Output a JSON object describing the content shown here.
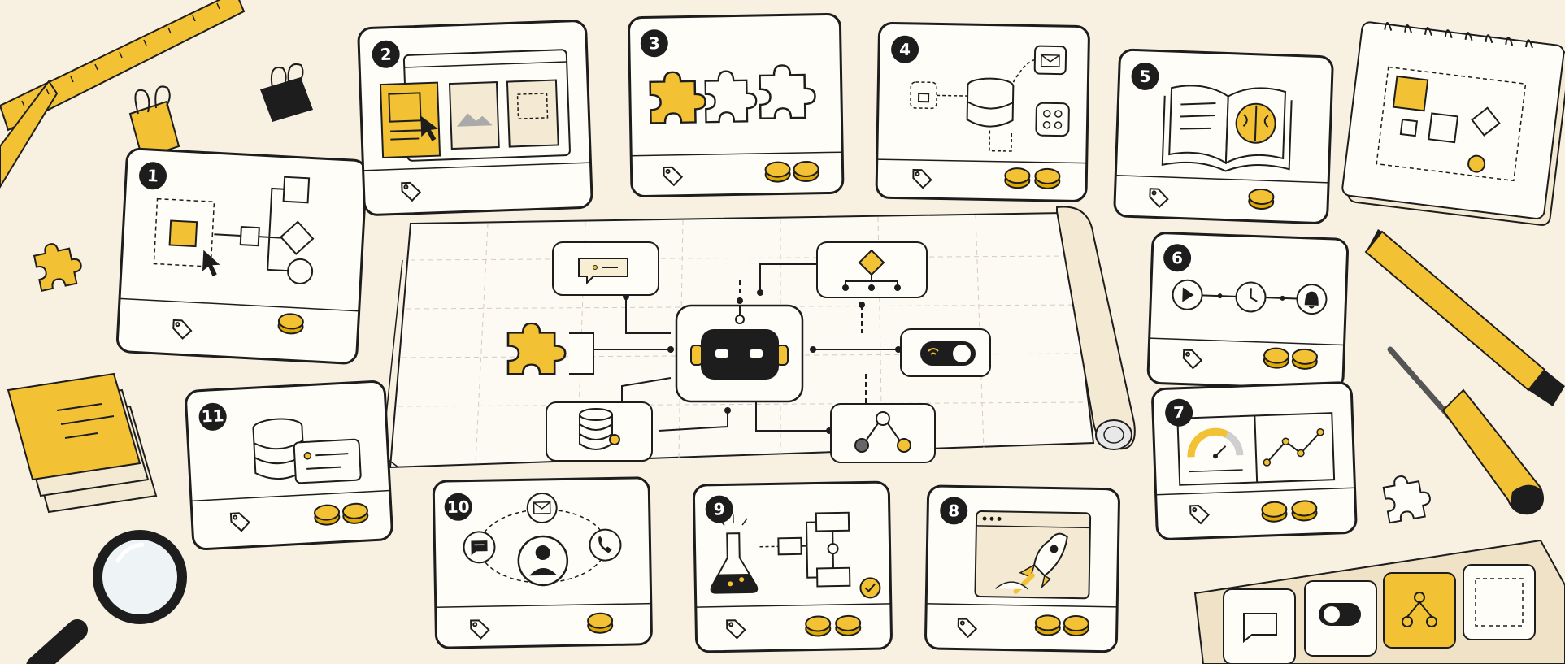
{
  "palette": {
    "background": "#f8f1e2",
    "accent": "#f3c234",
    "ink": "#1d1d1d",
    "card": "#fffdf7"
  },
  "center_board": {
    "hub_icon": "robot-icon",
    "nodes": [
      "chat-bubble-icon",
      "decision-tree-icon",
      "puzzle-piece-icon",
      "toggle-switch-icon",
      "database-icon",
      "branch-network-icon"
    ]
  },
  "cards": [
    {
      "number": "1",
      "icon": "flowchart-selection-icon",
      "coins": 1
    },
    {
      "number": "2",
      "icon": "layout-template-picker-icon",
      "coins": 0
    },
    {
      "number": "3",
      "icon": "puzzle-pieces-icon",
      "coins": 2
    },
    {
      "number": "4",
      "icon": "database-integrations-icon",
      "coins": 2
    },
    {
      "number": "5",
      "icon": "knowledge-book-brain-icon",
      "coins": 1
    },
    {
      "number": "6",
      "icon": "play-clock-bell-timeline-icon",
      "coins": 2
    },
    {
      "number": "7",
      "icon": "dashboard-gauge-chart-icon",
      "coins": 2
    },
    {
      "number": "8",
      "icon": "browser-rocket-launch-icon",
      "coins": 2
    },
    {
      "number": "9",
      "icon": "flask-test-flow-icon",
      "coins": 2
    },
    {
      "number": "10",
      "icon": "omnichannel-contact-icon",
      "coins": 1
    },
    {
      "number": "11",
      "icon": "database-form-icon",
      "coins": 2
    }
  ],
  "desk_props": [
    "ruler-icon",
    "binder-clip-icon",
    "notepad-icon",
    "magnifying-glass-icon",
    "sticky-notes-icon",
    "pencil-icon",
    "screwdriver-icon",
    "puzzle-piece-icon",
    "component-tray-icon"
  ]
}
